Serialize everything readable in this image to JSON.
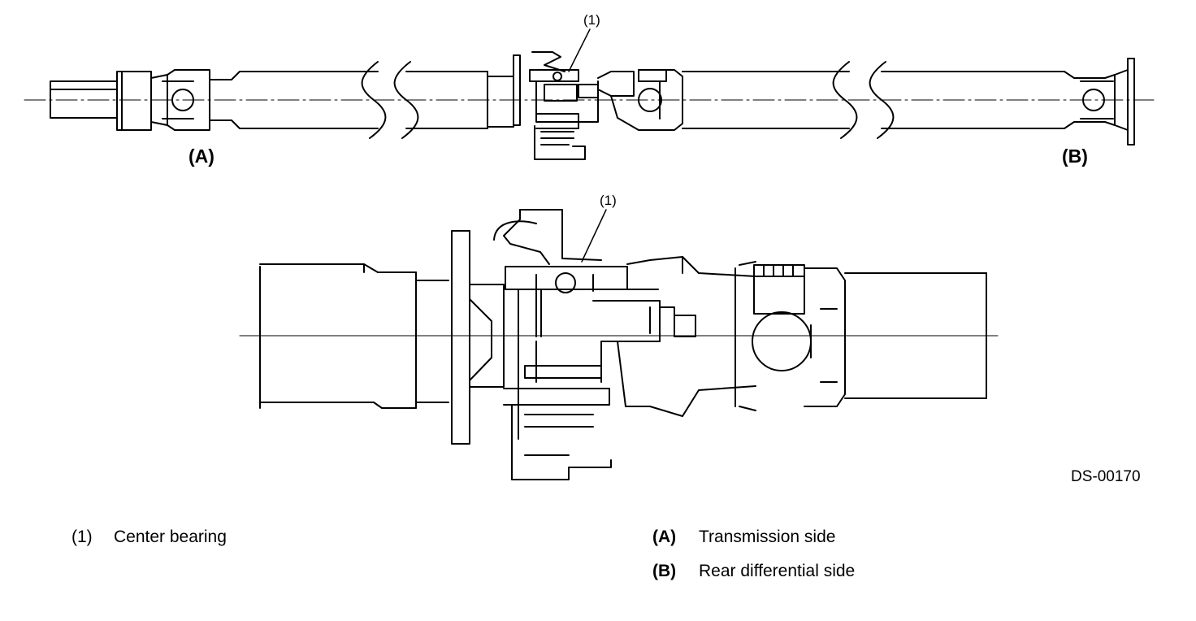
{
  "diagram": {
    "callout_top": "(1)",
    "callout_detail": "(1)",
    "label_a": "(A)",
    "label_b": "(B)",
    "figure_id": "DS-00170"
  },
  "legend": [
    {
      "key": "(1)",
      "text": "Center bearing"
    },
    {
      "key": "(A)",
      "text": "Transmission side"
    },
    {
      "key": "(B)",
      "text": "Rear differential side"
    }
  ],
  "colors": {
    "line": "#000000",
    "background": "#ffffff"
  }
}
